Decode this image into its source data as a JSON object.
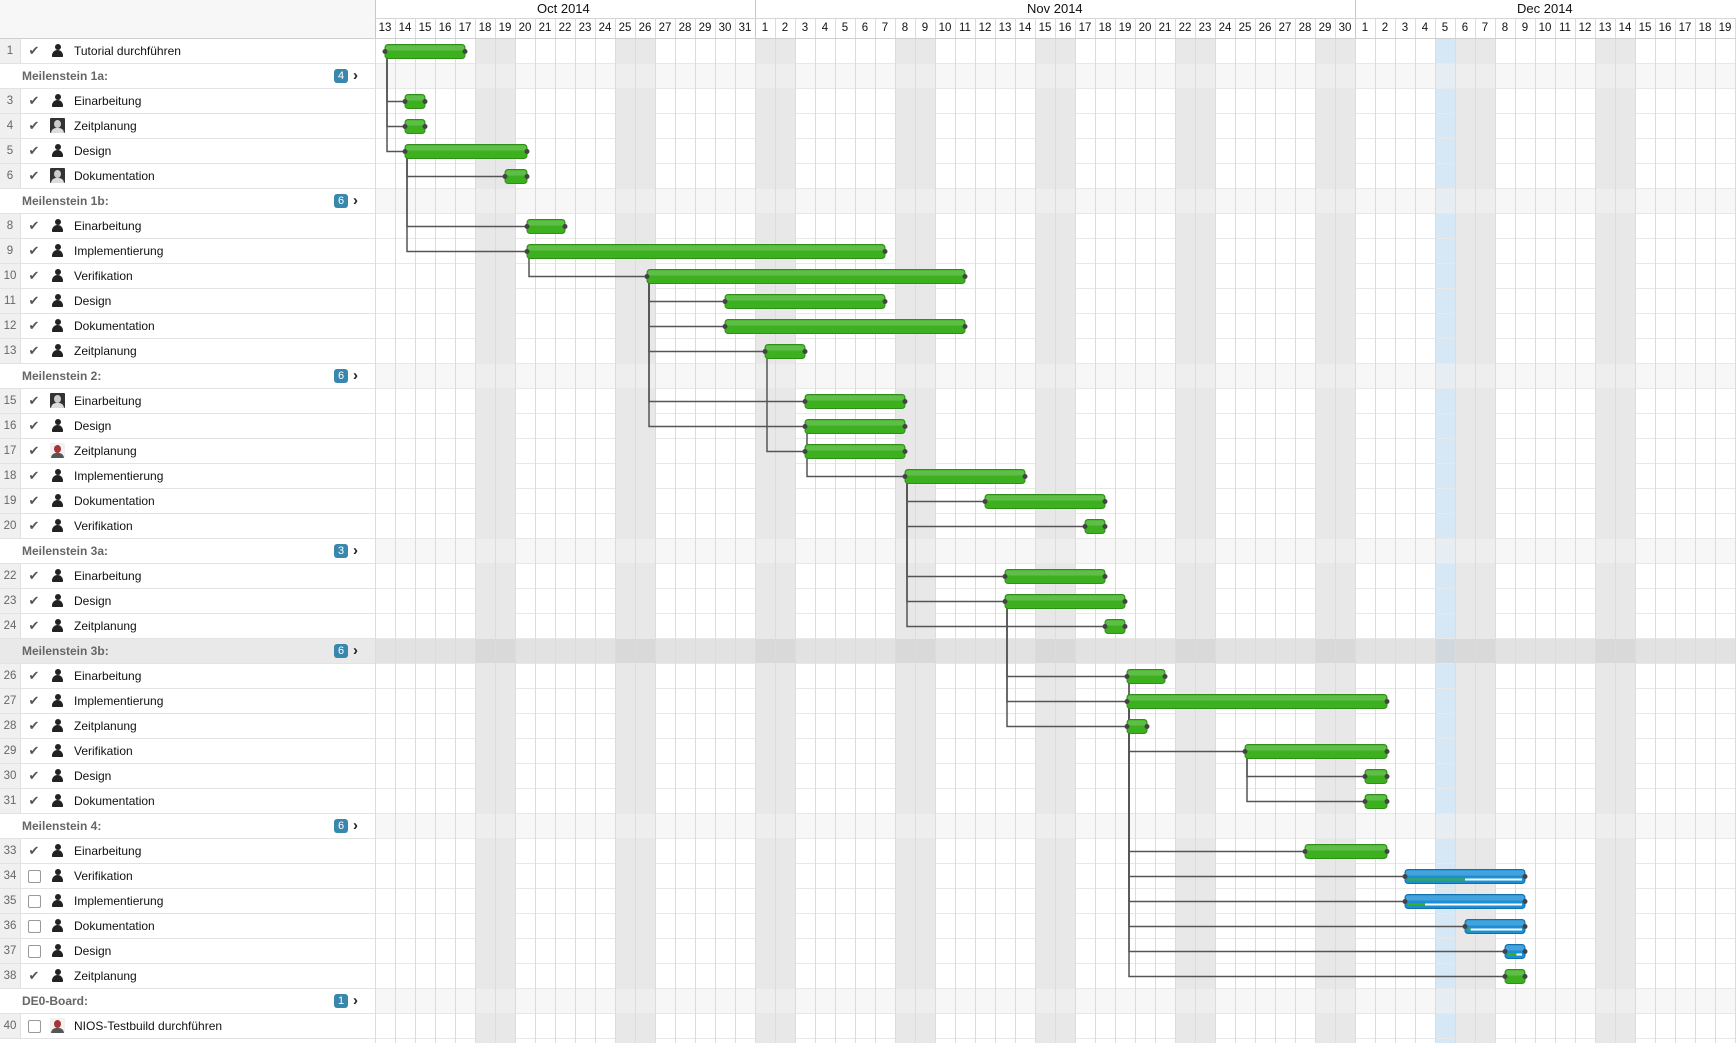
{
  "header": {
    "months": [
      {
        "label": "Oct 2014",
        "first_day_index": 0,
        "day_count": 19
      },
      {
        "label": "Nov 2014",
        "first_day_index": 19,
        "day_count": 30
      },
      {
        "label": "Dec 2014",
        "first_day_index": 49,
        "day_count": 19
      }
    ],
    "days": [
      "13",
      "14",
      "15",
      "16",
      "17",
      "18",
      "19",
      "20",
      "21",
      "22",
      "23",
      "24",
      "25",
      "26",
      "27",
      "28",
      "29",
      "30",
      "31",
      "1",
      "2",
      "3",
      "4",
      "5",
      "6",
      "7",
      "8",
      "9",
      "10",
      "11",
      "12",
      "13",
      "14",
      "15",
      "16",
      "17",
      "18",
      "19",
      "20",
      "21",
      "22",
      "23",
      "24",
      "25",
      "26",
      "27",
      "28",
      "29",
      "30",
      "1",
      "2",
      "3",
      "4",
      "5",
      "6",
      "7",
      "8",
      "9",
      "10",
      "11",
      "12",
      "13",
      "14",
      "15",
      "16",
      "17",
      "18",
      "19"
    ],
    "weekend_day_indexes": [
      5,
      6,
      12,
      13,
      19,
      20,
      26,
      27,
      33,
      34,
      40,
      41,
      47,
      48,
      54,
      55,
      61,
      62
    ],
    "today_day_index": 53
  },
  "rows": [
    {
      "type": "task",
      "num": "1",
      "done": true,
      "avatar": "person",
      "label": "Tutorial durchführen",
      "bar": {
        "start": 0.5,
        "end": 4.5,
        "color": "green"
      }
    },
    {
      "type": "group",
      "label": "Meilenstein 1a:",
      "count": "4"
    },
    {
      "type": "task",
      "num": "3",
      "done": true,
      "avatar": "person",
      "label": "Einarbeitung",
      "bar": {
        "start": 1.5,
        "end": 2.5,
        "color": "green"
      }
    },
    {
      "type": "task",
      "num": "4",
      "done": true,
      "avatar": "photo",
      "label": "Zeitplanung",
      "bar": {
        "start": 1.5,
        "end": 2.5,
        "color": "green"
      }
    },
    {
      "type": "task",
      "num": "5",
      "done": true,
      "avatar": "person",
      "label": "Design",
      "bar": {
        "start": 1.5,
        "end": 7.6,
        "color": "green"
      }
    },
    {
      "type": "task",
      "num": "6",
      "done": true,
      "avatar": "photo",
      "label": "Dokumentation",
      "bar": {
        "start": 6.5,
        "end": 7.6,
        "color": "green"
      }
    },
    {
      "type": "group",
      "label": "Meilenstein 1b:",
      "count": "6"
    },
    {
      "type": "task",
      "num": "8",
      "done": true,
      "avatar": "person",
      "label": "Einarbeitung",
      "bar": {
        "start": 7.6,
        "end": 9.5,
        "color": "green"
      }
    },
    {
      "type": "task",
      "num": "9",
      "done": true,
      "avatar": "person",
      "label": "Implementierung",
      "bar": {
        "start": 7.6,
        "end": 25.5,
        "color": "green"
      }
    },
    {
      "type": "task",
      "num": "10",
      "done": true,
      "avatar": "person",
      "label": "Verifikation",
      "bar": {
        "start": 13.6,
        "end": 29.5,
        "color": "green"
      }
    },
    {
      "type": "task",
      "num": "11",
      "done": true,
      "avatar": "person",
      "label": "Design",
      "bar": {
        "start": 17.5,
        "end": 25.5,
        "color": "green"
      }
    },
    {
      "type": "task",
      "num": "12",
      "done": true,
      "avatar": "person",
      "label": "Dokumentation",
      "bar": {
        "start": 17.5,
        "end": 29.5,
        "color": "green"
      }
    },
    {
      "type": "task",
      "num": "13",
      "done": true,
      "avatar": "person",
      "label": "Zeitplanung",
      "bar": {
        "start": 19.5,
        "end": 21.5,
        "color": "green"
      }
    },
    {
      "type": "group",
      "label": "Meilenstein 2:",
      "count": "6"
    },
    {
      "type": "task",
      "num": "15",
      "done": true,
      "avatar": "photo",
      "label": "Einarbeitung",
      "bar": {
        "start": 21.5,
        "end": 26.5,
        "color": "green"
      }
    },
    {
      "type": "task",
      "num": "16",
      "done": true,
      "avatar": "person",
      "label": "Design",
      "bar": {
        "start": 21.5,
        "end": 26.5,
        "color": "green"
      }
    },
    {
      "type": "task",
      "num": "17",
      "done": true,
      "avatar": "photo-alt",
      "label": "Zeitplanung",
      "bar": {
        "start": 21.5,
        "end": 26.5,
        "color": "green"
      }
    },
    {
      "type": "task",
      "num": "18",
      "done": true,
      "avatar": "person",
      "label": "Implementierung",
      "bar": {
        "start": 26.5,
        "end": 32.5,
        "color": "green"
      }
    },
    {
      "type": "task",
      "num": "19",
      "done": true,
      "avatar": "person",
      "label": "Dokumentation",
      "bar": {
        "start": 30.5,
        "end": 36.5,
        "color": "green"
      }
    },
    {
      "type": "task",
      "num": "20",
      "done": true,
      "avatar": "person",
      "label": "Verifikation",
      "bar": {
        "start": 35.5,
        "end": 36.5,
        "color": "green"
      }
    },
    {
      "type": "group",
      "label": "Meilenstein 3a:",
      "count": "3"
    },
    {
      "type": "task",
      "num": "22",
      "done": true,
      "avatar": "person",
      "label": "Einarbeitung",
      "bar": {
        "start": 31.5,
        "end": 36.5,
        "color": "green"
      }
    },
    {
      "type": "task",
      "num": "23",
      "done": true,
      "avatar": "person",
      "label": "Design",
      "bar": {
        "start": 31.5,
        "end": 37.5,
        "color": "green"
      }
    },
    {
      "type": "task",
      "num": "24",
      "done": true,
      "avatar": "person",
      "label": "Zeitplanung",
      "bar": {
        "start": 36.5,
        "end": 37.5,
        "color": "green"
      }
    },
    {
      "type": "group",
      "label": "Meilenstein 3b:",
      "count": "6",
      "highlight": true
    },
    {
      "type": "task",
      "num": "26",
      "done": true,
      "avatar": "person",
      "label": "Einarbeitung",
      "bar": {
        "start": 37.6,
        "end": 39.5,
        "color": "green"
      }
    },
    {
      "type": "task",
      "num": "27",
      "done": true,
      "avatar": "person",
      "label": "Implementierung",
      "bar": {
        "start": 37.6,
        "end": 50.6,
        "color": "green"
      }
    },
    {
      "type": "task",
      "num": "28",
      "done": true,
      "avatar": "person",
      "label": "Zeitplanung",
      "bar": {
        "start": 37.6,
        "end": 38.6,
        "color": "green"
      }
    },
    {
      "type": "task",
      "num": "29",
      "done": true,
      "avatar": "person",
      "label": "Verifikation",
      "bar": {
        "start": 43.5,
        "end": 50.6,
        "color": "green"
      }
    },
    {
      "type": "task",
      "num": "30",
      "done": true,
      "avatar": "person",
      "label": "Design",
      "bar": {
        "start": 49.5,
        "end": 50.6,
        "color": "green"
      }
    },
    {
      "type": "task",
      "num": "31",
      "done": true,
      "avatar": "person",
      "label": "Dokumentation",
      "bar": {
        "start": 49.5,
        "end": 50.6,
        "color": "green"
      }
    },
    {
      "type": "group",
      "label": "Meilenstein 4:",
      "count": "6"
    },
    {
      "type": "task",
      "num": "33",
      "done": true,
      "avatar": "person",
      "label": "Einarbeitung",
      "bar": {
        "start": 46.5,
        "end": 50.6,
        "color": "green"
      }
    },
    {
      "type": "task",
      "num": "34",
      "done": false,
      "avatar": "person",
      "label": "Verifikation",
      "bar": {
        "start": 51.5,
        "end": 57.5,
        "color": "blue",
        "progress": 0.5
      }
    },
    {
      "type": "task",
      "num": "35",
      "done": false,
      "avatar": "person",
      "label": "Implementierung",
      "bar": {
        "start": 51.5,
        "end": 57.5,
        "color": "blue",
        "progress": 0.15
      }
    },
    {
      "type": "task",
      "num": "36",
      "done": false,
      "avatar": "person",
      "label": "Dokumentation",
      "bar": {
        "start": 54.5,
        "end": 57.5,
        "color": "blue",
        "progress": 0.05
      }
    },
    {
      "type": "task",
      "num": "37",
      "done": false,
      "avatar": "person",
      "label": "Design",
      "bar": {
        "start": 56.5,
        "end": 57.5,
        "color": "blue",
        "progress": 0.6
      }
    },
    {
      "type": "task",
      "num": "38",
      "done": true,
      "avatar": "person",
      "label": "Zeitplanung",
      "bar": {
        "start": 56.5,
        "end": 57.5,
        "color": "green"
      }
    },
    {
      "type": "group",
      "label": "DE0-Board:",
      "count": "1"
    },
    {
      "type": "task",
      "num": "40",
      "done": false,
      "avatar": "photo-alt",
      "label": "NIOS-Testbuild durchführen",
      "bar": null
    }
  ],
  "links": [
    {
      "from": 1,
      "to": 3
    },
    {
      "from": 1,
      "to": 4
    },
    {
      "from": 1,
      "to": 5
    },
    {
      "from": 5,
      "to": 6
    },
    {
      "from": 5,
      "to": 8
    },
    {
      "from": 5,
      "to": 9
    },
    {
      "from": 9,
      "to": 10
    },
    {
      "from": 10,
      "to": 11
    },
    {
      "from": 10,
      "to": 12
    },
    {
      "from": 10,
      "to": 13
    },
    {
      "from": 10,
      "to": 15
    },
    {
      "from": 10,
      "to": 16
    },
    {
      "from": 13,
      "to": 17
    },
    {
      "from": 16,
      "to": 18
    },
    {
      "from": 18,
      "to": 19
    },
    {
      "from": 18,
      "to": 20
    },
    {
      "from": 18,
      "to": 22
    },
    {
      "from": 18,
      "to": 23
    },
    {
      "from": 18,
      "to": 24
    },
    {
      "from": 23,
      "to": 26
    },
    {
      "from": 23,
      "to": 27
    },
    {
      "from": 23,
      "to": 28
    },
    {
      "from": 26,
      "to": 29
    },
    {
      "from": 29,
      "to": 30
    },
    {
      "from": 29,
      "to": 31
    },
    {
      "from": 26,
      "to": 33
    },
    {
      "from": 27,
      "to": 34
    },
    {
      "from": 27,
      "to": 35
    },
    {
      "from": 27,
      "to": 36
    },
    {
      "from": 27,
      "to": 37
    },
    {
      "from": 28,
      "to": 38
    }
  ],
  "colors": {
    "bar_green": "#3cb01f",
    "bar_green_dark": "#2e8f16",
    "bar_blue": "#1b8fd6",
    "bar_blue_light": "#4fb3ec",
    "weekend": "#e8e8e8",
    "today": "#d6e8f5",
    "badge": "#3a87ad",
    "link": "#555555"
  }
}
